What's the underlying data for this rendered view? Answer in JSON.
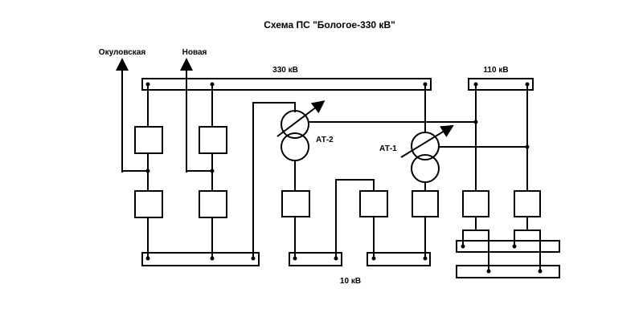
{
  "title": "Схема ПС \"Бологое-330 кВ\"",
  "labels": {
    "line_okulovskaya": "Окуловская",
    "line_novaya": "Новая",
    "bus_330": "330 кВ",
    "bus_110": "110 кВ",
    "bus_10": "10 кВ",
    "at2": "АТ-2",
    "at1": "АТ-1"
  }
}
